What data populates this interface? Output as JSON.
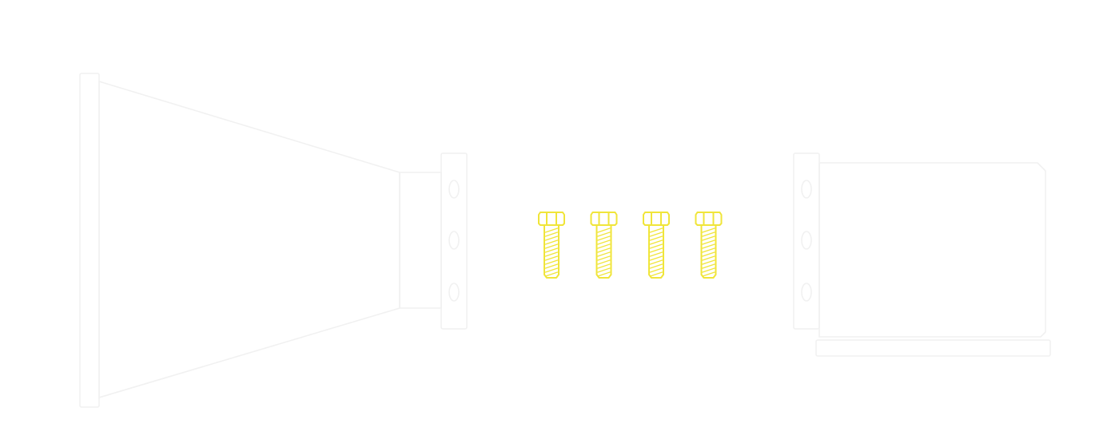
{
  "colors": {
    "background": "#ffffff",
    "ghost_outline": "#f1f1f1",
    "bolt_highlight": "#f0e53a"
  },
  "parts": [
    {
      "id": "tapered-adapter",
      "state": "faded"
    },
    {
      "id": "left-mounting-flange",
      "holes": 3,
      "state": "faded"
    },
    {
      "id": "fastener-bolt",
      "count": 4,
      "head": "hex",
      "state": "highlighted"
    },
    {
      "id": "right-mounting-flange",
      "holes": 3,
      "state": "faded"
    },
    {
      "id": "box-housing",
      "state": "faded"
    }
  ],
  "icons": [
    "hex-bolt-icon"
  ]
}
